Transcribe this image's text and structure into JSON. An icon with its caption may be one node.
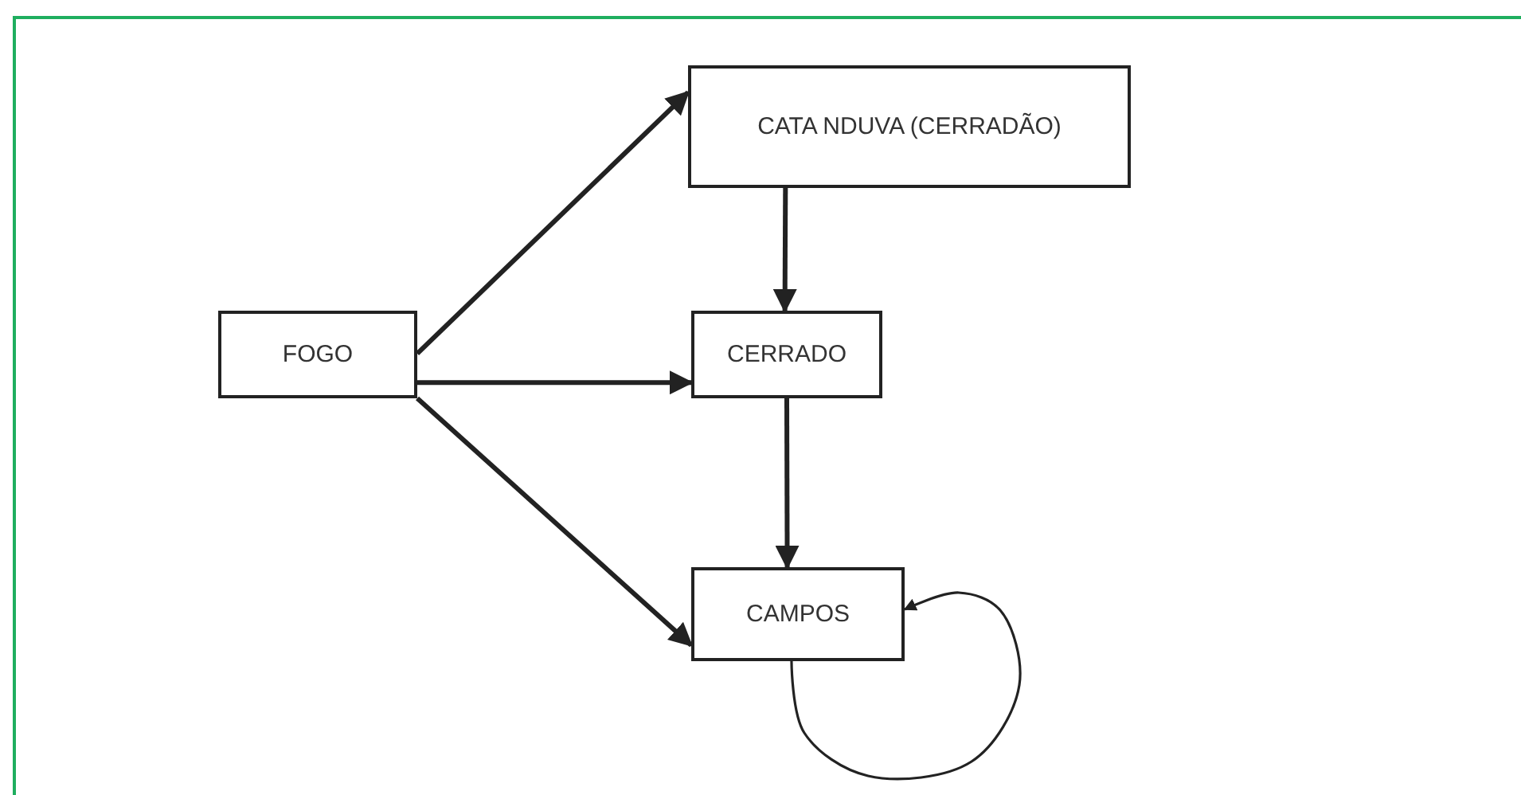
{
  "diagram": {
    "nodes": [
      {
        "text": [
          "FOGO"
        ]
      },
      {
        "text": [
          "CATA NDUVA (CERRADÃO)"
        ]
      },
      {
        "text": [
          "CERRADO"
        ]
      },
      {
        "text": [
          "CAMPOS"
        ]
      }
    ],
    "edges": [
      {
        "from": 0,
        "to": 1,
        "arrow": "to"
      },
      {
        "from": 0,
        "to": 2,
        "arrow": "to"
      },
      {
        "from": 0,
        "to": 3,
        "arrow": "to"
      },
      {
        "from": 1,
        "to": 2,
        "arrow": "to"
      },
      {
        "from": 2,
        "to": 3,
        "arrow": "to"
      },
      {
        "from": 3,
        "to": 3,
        "arrow": "to"
      }
    ]
  }
}
